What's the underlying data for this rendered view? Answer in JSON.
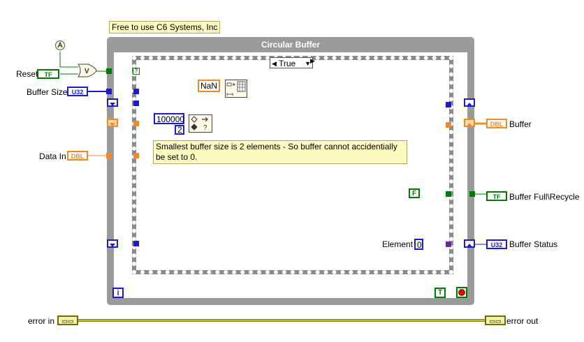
{
  "note_top": "Free to use C6 Systems, Inc",
  "loop_title": "Circular Buffer",
  "case_selector": "True",
  "left_labels": {
    "reset": "Reset",
    "buffer_size": "Buffer Size",
    "data_in": "Data In",
    "error_in": "error in"
  },
  "right_labels": {
    "buffer": "Buffer",
    "buffer_full": "Buffer Full\\Recycle",
    "buffer_status": "Buffer Status",
    "error_out": "error out",
    "element": "Element"
  },
  "terminal_types": {
    "tf": "TF",
    "u32": "U32",
    "dbl": "DBL",
    "or": "V"
  },
  "constants": {
    "nan": "NaN",
    "size_max": "100000",
    "size_min": "2",
    "false_const": "F",
    "true_const": "T",
    "element_value": "0",
    "iteration": "i"
  },
  "note_inner": "Smallest buffer size is 2 elements - So buffer cannot accidentially be set to 0.",
  "colors": {
    "boolean_wire": "#007a00",
    "integer_wire": "#1a1ad6",
    "double_wire": "#f08a24",
    "error_wire": "#8a8a00",
    "loop_frame": "#9a9a9a"
  }
}
